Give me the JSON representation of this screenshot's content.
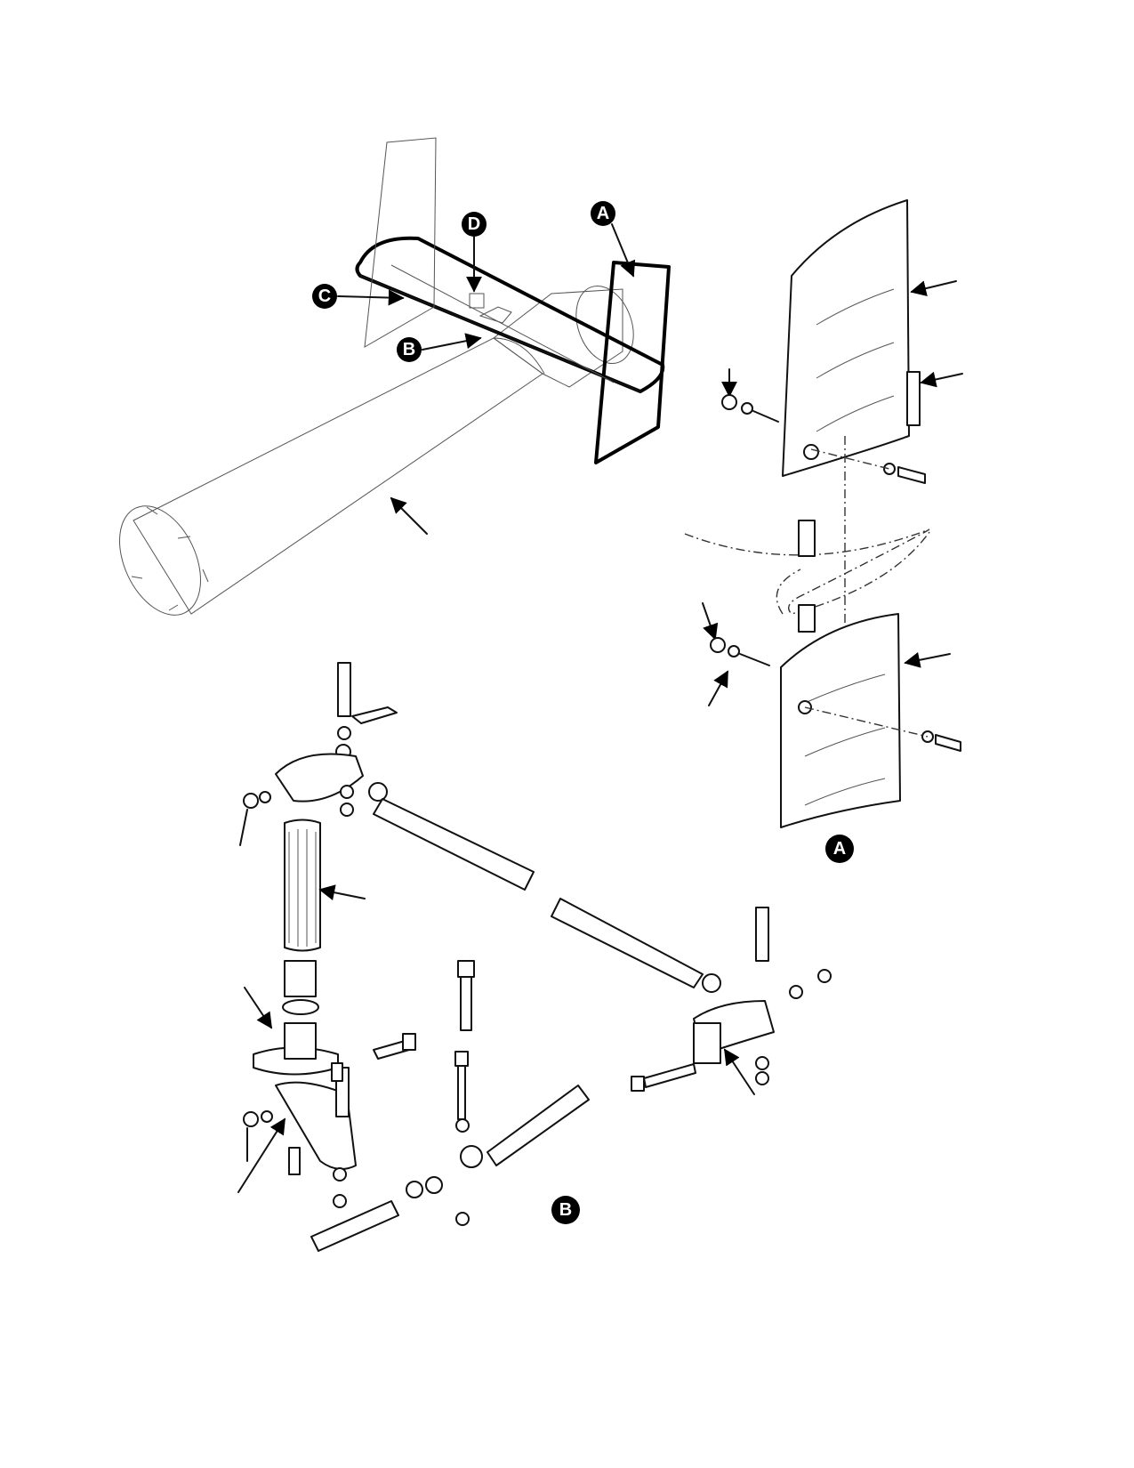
{
  "callouts": {
    "A_top": "A",
    "B_top": "B",
    "C_top": "C",
    "D_top": "D",
    "A_detail": "A",
    "B_detail": "B"
  }
}
